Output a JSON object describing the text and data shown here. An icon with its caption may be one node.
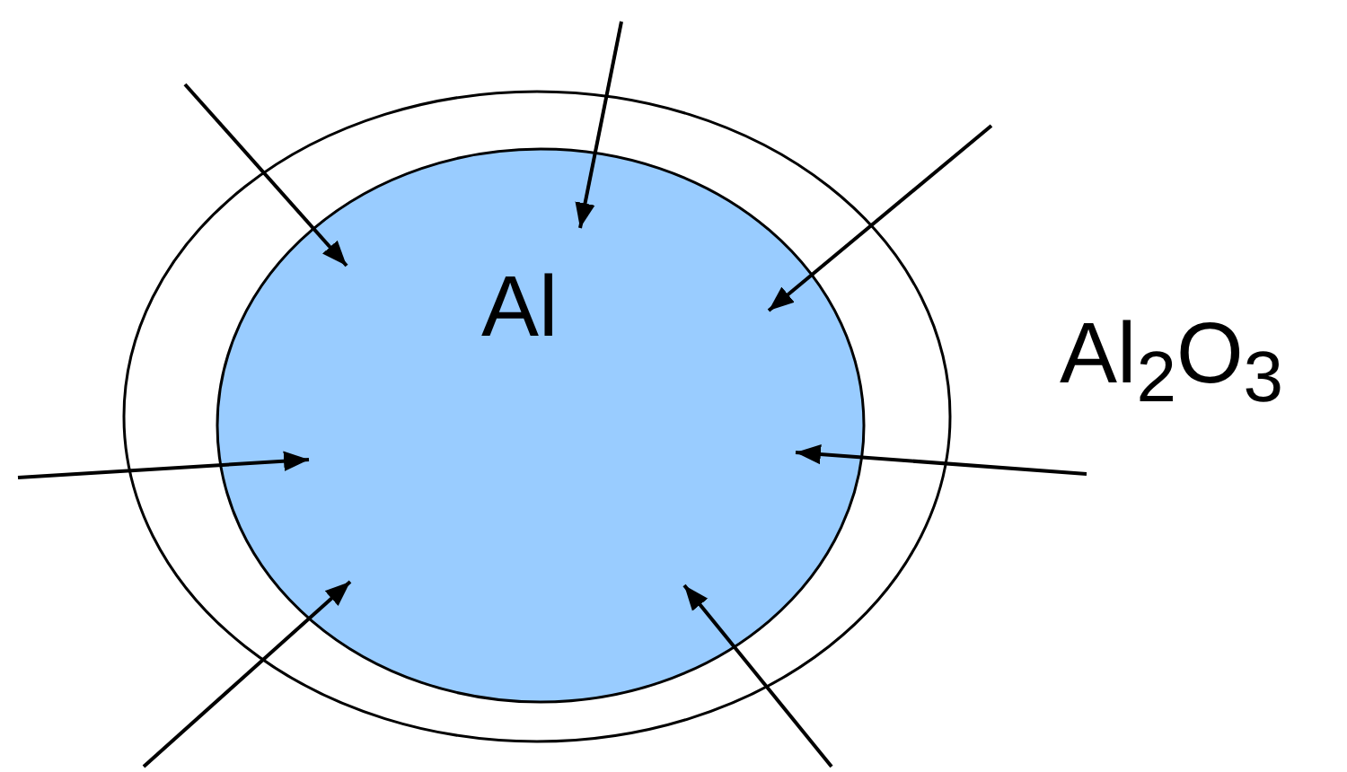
{
  "diagram": {
    "nodes": [
      {
        "text": [
          "Al$_{2}$O$_{3}$"
        ]
      },
      {
        "text": [
          "Al"
        ],
        "in": 0
      }
    ],
    "edges": [
      {
        "from": null,
        "to": 1,
        "arrow": "to"
      },
      {
        "from": null,
        "to": 1,
        "arrow": "to"
      },
      {
        "from": null,
        "to": 1,
        "arrow": "to"
      },
      {
        "from": null,
        "to": 1,
        "arrow": "to"
      },
      {
        "from": null,
        "to": 1,
        "arrow": "to"
      },
      {
        "from": null,
        "to": 1,
        "arrow": "to"
      },
      {
        "from": null,
        "to": 1,
        "arrow": "to"
      }
    ]
  }
}
